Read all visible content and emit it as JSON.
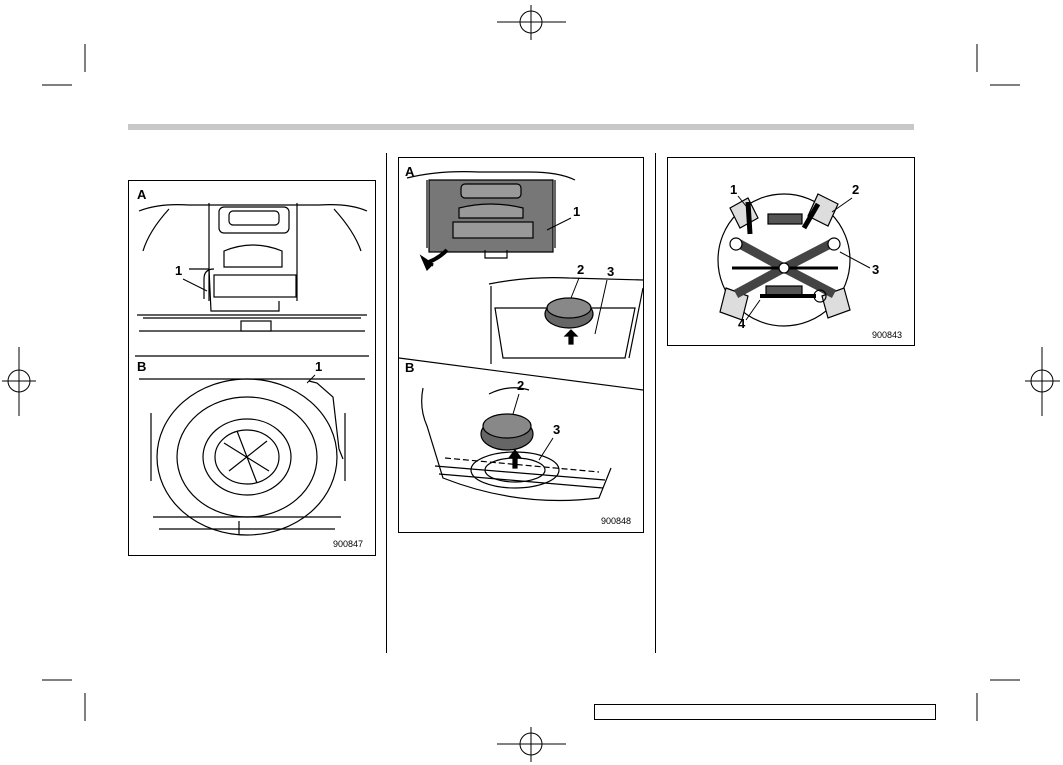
{
  "figures": [
    {
      "panels": [
        "A",
        "B"
      ],
      "callouts_a": [
        "1"
      ],
      "callouts_b": [
        "1"
      ],
      "figure_id": "900847"
    },
    {
      "panels": [
        "A",
        "B"
      ],
      "callouts_a": [
        "1",
        "2",
        "3"
      ],
      "callouts_b": [
        "2",
        "3"
      ],
      "figure_id": "900848"
    },
    {
      "callouts": [
        "1",
        "2",
        "3",
        "4"
      ],
      "figure_id": "900843"
    }
  ],
  "footer": {
    "text": ""
  }
}
